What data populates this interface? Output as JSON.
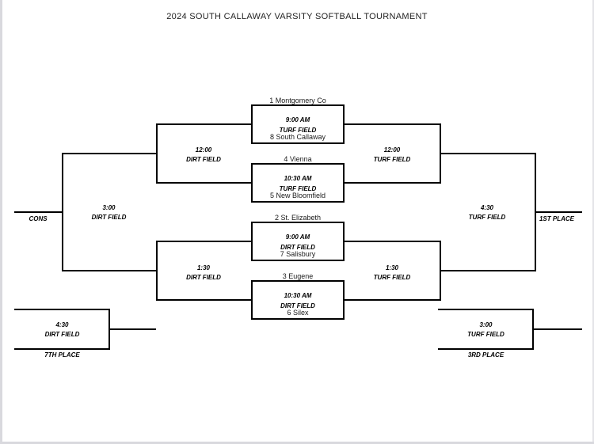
{
  "title": "2024 SOUTH CALLAWAY VARSITY SOFTBALL TOURNAMENT",
  "games": {
    "g1": {
      "top_team": "1 Montgomery Co",
      "time": "9:00 AM",
      "field": "TURF FIELD",
      "bottom_team": "8 South Callaway"
    },
    "g2": {
      "top_team": "4 Vienna",
      "time": "10:30 AM",
      "field": "TURF FIELD",
      "bottom_team": "5 New Bloomfield"
    },
    "g3": {
      "top_team": "2 St. Elizabeth",
      "time": "9:00 AM",
      "field": "DIRT FIELD",
      "bottom_team": "7 Salisbury"
    },
    "g4": {
      "top_team": "3 Eugene",
      "time": "10:30 AM",
      "field": "DIRT FIELD",
      "bottom_team": "6 Silex"
    }
  },
  "rounds": {
    "semi_top_left": {
      "time": "12:00",
      "field": "DIRT FIELD"
    },
    "semi_bottom_left": {
      "time": "1:30",
      "field": "DIRT FIELD"
    },
    "semi_top_right": {
      "time": "12:00",
      "field": "TURF FIELD"
    },
    "semi_bottom_right": {
      "time": "1:30",
      "field": "TURF FIELD"
    },
    "consolation": {
      "time": "3:00",
      "field": "DIRT FIELD",
      "label": "CONS"
    },
    "championship": {
      "time": "4:30",
      "field": "TURF FIELD",
      "label": "1ST PLACE"
    },
    "seventh_place": {
      "time": "4:30",
      "field": "DIRT FIELD",
      "label": "7TH PLACE"
    },
    "third_place": {
      "time": "3:00",
      "field": "TURF FIELD",
      "label": "3RD PLACE"
    }
  },
  "colors": {
    "line": "#000000",
    "page_edge": "#d9d9de"
  }
}
